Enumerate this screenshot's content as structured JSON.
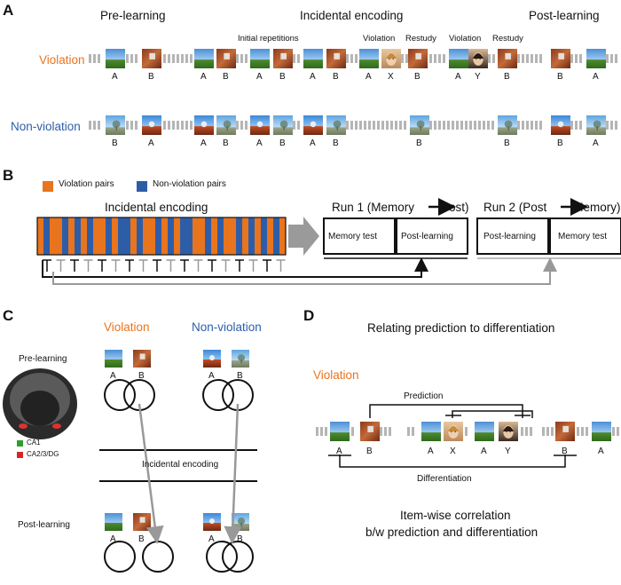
{
  "colors": {
    "violation": "#E8741E",
    "non_violation": "#2E5DA8",
    "gray": "#b5b5b5"
  },
  "panelA": {
    "letter": "A",
    "pre_learning": "Pre-learning",
    "incidental_encoding": "Incidental encoding",
    "post_learning": "Post-learning",
    "initial_repetitions": "Initial repetitions",
    "violation_label": "Violation",
    "restudy_label": "Restudy",
    "row_violation": "Violation",
    "row_non_violation": "Non-violation",
    "violation_seq": [
      "A",
      "B",
      "A",
      "B",
      "A",
      "B",
      "A",
      "B",
      "A",
      "X",
      "B",
      "A",
      "Y",
      "B",
      "B",
      "A"
    ],
    "non_violation_seq": [
      "B",
      "A",
      "A",
      "B",
      "A",
      "B",
      "A",
      "B",
      "B",
      "B",
      "B",
      "A"
    ]
  },
  "panelB": {
    "letter": "B",
    "legend_violation": "Violation pairs",
    "legend_non_violation": "Non-violation pairs",
    "incidental_encoding": "Incidental encoding",
    "run1_title": "Run 1 (Memory",
    "run1_title_end": "Post)",
    "run2_title": "Run 2 (Post",
    "run2_title_end": "Memory)",
    "memory_test": "Memory test",
    "post_learning": "Post-learning"
  },
  "panelC": {
    "letter": "C",
    "violation": "Violation",
    "non_violation": "Non-violation",
    "pre_learning": "Pre-learning",
    "post_learning": "Post-learning",
    "incidental_encoding": "Incidental encoding",
    "ca1": "CA1",
    "ca23dg": "CA2/3/DG",
    "ab": [
      "A",
      "B"
    ]
  },
  "panelD": {
    "letter": "D",
    "title": "Relating prediction to differentiation",
    "violation": "Violation",
    "prediction": "Prediction",
    "differentiation": "Differentiation",
    "seq": [
      "A",
      "B",
      "A",
      "X",
      "A",
      "Y",
      "B",
      "A"
    ],
    "item_corr_line1": "Item-wise correlation",
    "item_corr_line2": "b/w prediction and differentiation"
  }
}
